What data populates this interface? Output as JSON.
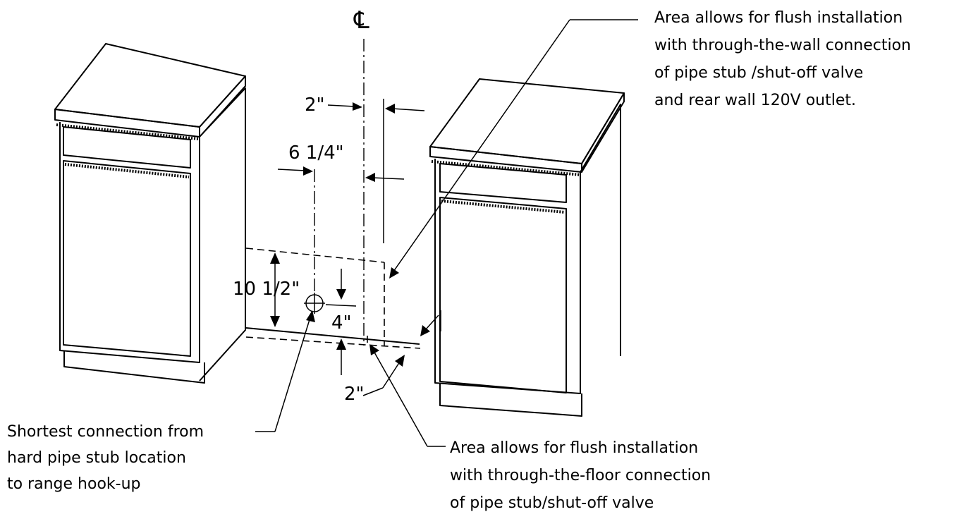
{
  "centerline_symbol": "℄",
  "dimensions": {
    "offset_2_top": "2\"",
    "offset_6_1_4": "6 1/4\"",
    "height_10_1_2": "10 1/2\"",
    "height_4": "4\"",
    "offset_2_bottom": "2\""
  },
  "notes": {
    "wall_connection": [
      "Area allows for flush installation",
      "with through-the-wall connection",
      "of pipe stub /shut-off valve",
      "and rear wall 120V outlet."
    ],
    "shortest_connection": [
      "Shortest connection from",
      "hard pipe stub location",
      "to range hook-up"
    ],
    "floor_connection": [
      "Area allows for flush installation",
      "with through-the-floor connection",
      "of pipe stub/shut-off valve"
    ]
  }
}
